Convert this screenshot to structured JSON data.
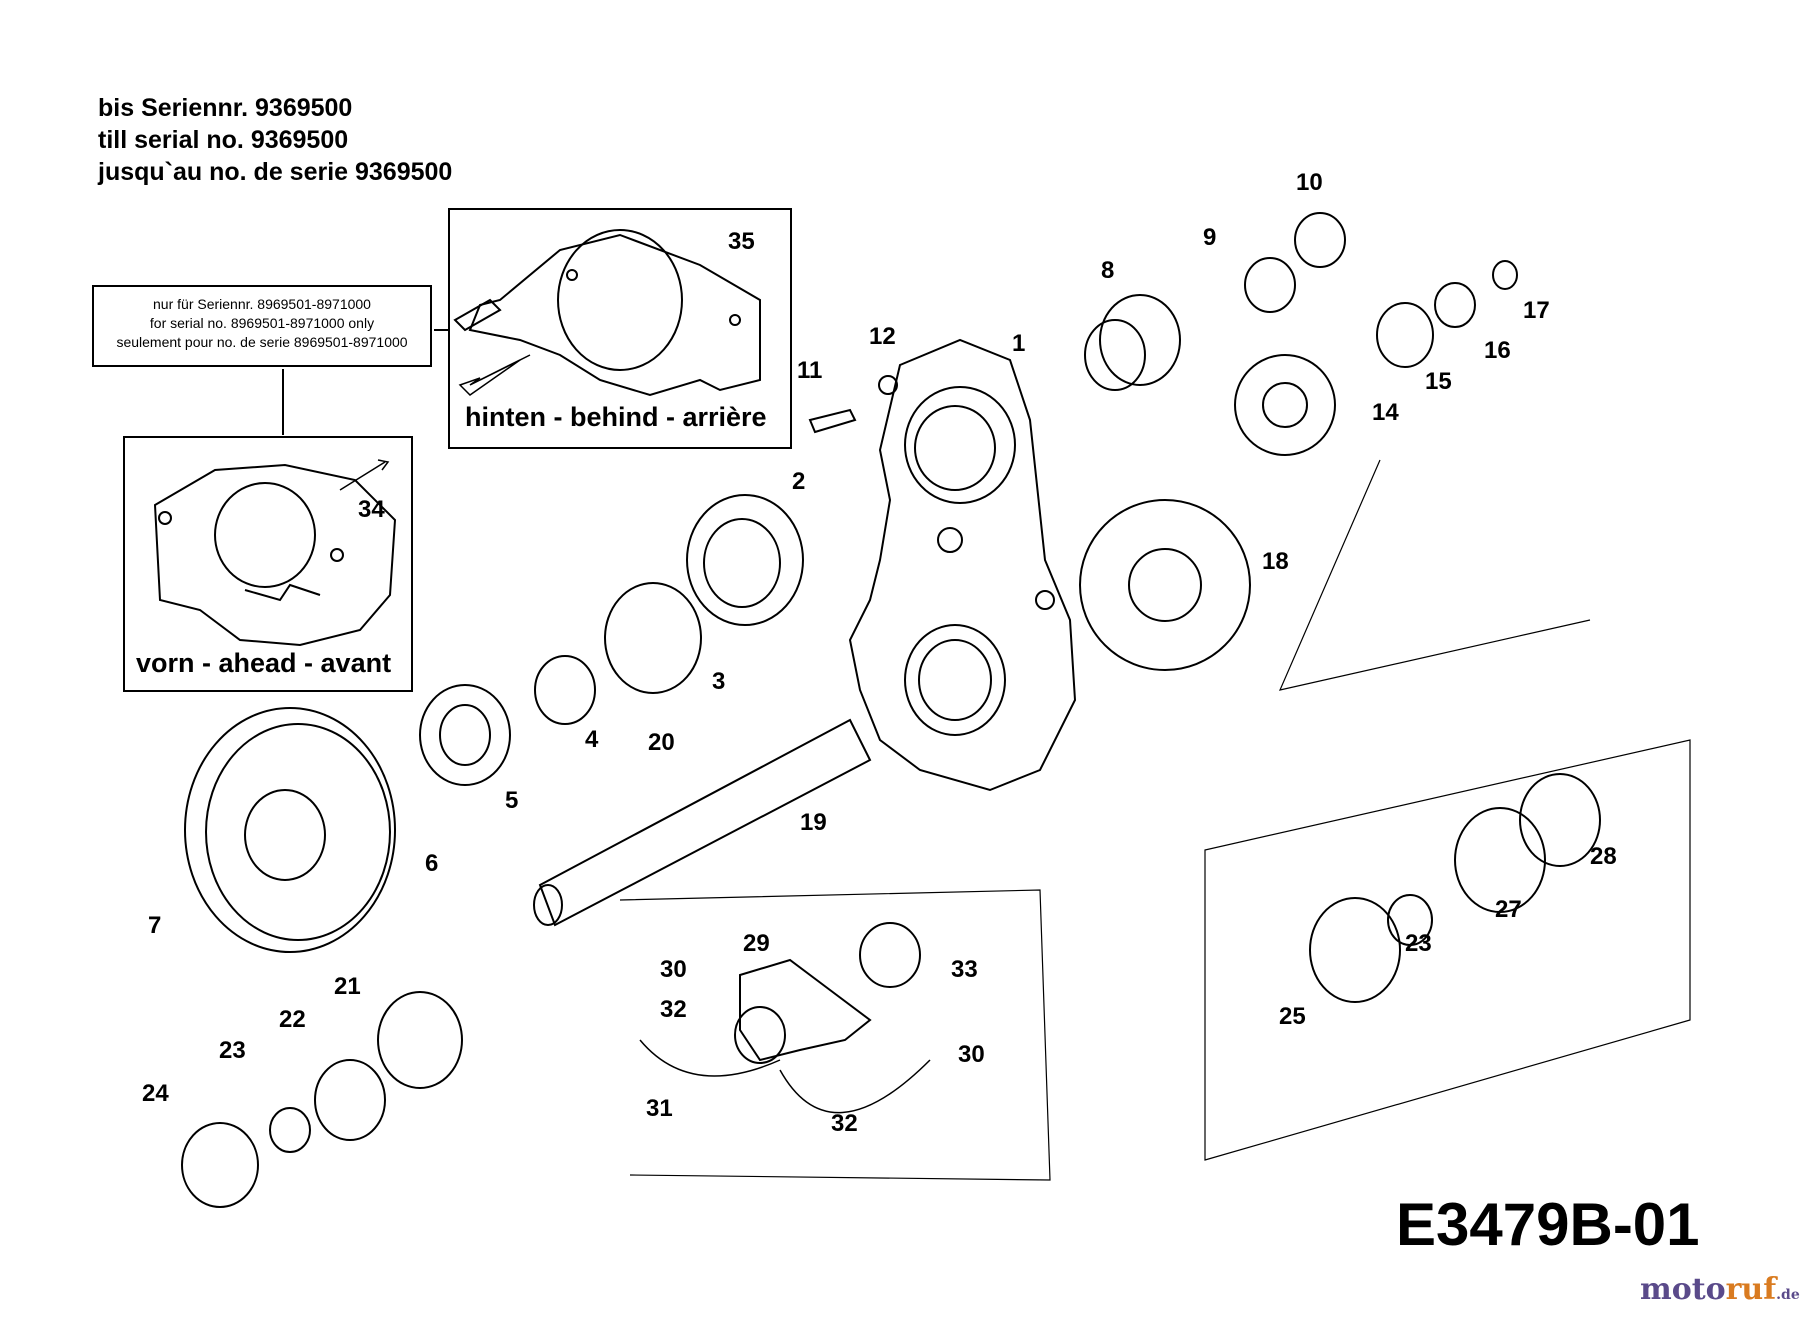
{
  "header": {
    "line_de": "bis Seriennr. 9369500",
    "line_en": "till serial no. 9369500",
    "line_fr": "jusqu`au no. de serie 9369500"
  },
  "note_box": {
    "line_de": "nur für Seriennr. 8969501-8971000",
    "line_en": "for serial no. 8969501-8971000 only",
    "line_fr": "seulement pour no. de serie 8969501-8971000"
  },
  "inset_rear": {
    "caption": "hinten - behind - arrière",
    "part": "35"
  },
  "inset_front": {
    "caption": "vorn - ahead - avant",
    "part": "34"
  },
  "part_labels": [
    "1",
    "2",
    "3",
    "4",
    "5",
    "6",
    "7",
    "8",
    "9",
    "10",
    "11",
    "12",
    "14",
    "15",
    "16",
    "17",
    "18",
    "19",
    "20",
    "21",
    "22",
    "23",
    "24",
    "25",
    "23",
    "27",
    "28",
    "29",
    "30",
    "30",
    "31",
    "32",
    "32",
    "33"
  ],
  "diagram_code": "E3479B-01",
  "watermark": {
    "part1": "moto",
    "part2": "ruf",
    "part3": ".de"
  }
}
